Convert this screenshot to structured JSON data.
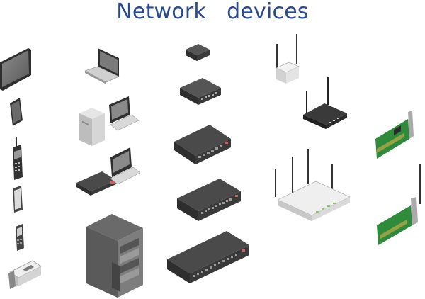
{
  "title": "Network   devices",
  "colors": {
    "title": "#2a4a8f",
    "device_dark": "#3a3a3a",
    "device_mid": "#6f6f6f",
    "device_light": "#d9d9d9",
    "pcb_green": "#2f8a3c",
    "led_green": "#7fcf5f",
    "led_orange": "#e07a3a"
  },
  "devices": [
    {
      "name": "monitor",
      "icon": "monitor-icon"
    },
    {
      "name": "tablet",
      "icon": "tablet-icon"
    },
    {
      "name": "cordless-phone",
      "icon": "cordless-phone-icon"
    },
    {
      "name": "smartphone",
      "icon": "smartphone-icon"
    },
    {
      "name": "mobile-phone",
      "icon": "mobile-phone-icon"
    },
    {
      "name": "desk-phone",
      "icon": "desk-phone-icon"
    },
    {
      "name": "laptop",
      "icon": "laptop-icon"
    },
    {
      "name": "desktop-computer",
      "icon": "desktop-computer-icon"
    },
    {
      "name": "laptop-on-dock",
      "icon": "laptop-dock-icon"
    },
    {
      "name": "server-rack",
      "icon": "server-rack-icon"
    },
    {
      "name": "small-switch",
      "icon": "switch-small-icon"
    },
    {
      "name": "switch-5-port",
      "icon": "switch-5-port-icon"
    },
    {
      "name": "switch-8-port",
      "icon": "switch-8-port-icon"
    },
    {
      "name": "switch-16-port",
      "icon": "switch-16-port-icon"
    },
    {
      "name": "switch-24-port",
      "icon": "switch-24-port-icon"
    },
    {
      "name": "wifi-router-2-antenna",
      "icon": "router-2-antenna-icon"
    },
    {
      "name": "wifi-router-black",
      "icon": "router-black-icon"
    },
    {
      "name": "wifi-router-4-antenna",
      "icon": "router-4-antenna-icon"
    },
    {
      "name": "network-card",
      "icon": "network-card-icon"
    },
    {
      "name": "wireless-network-card",
      "icon": "wireless-card-icon"
    }
  ]
}
